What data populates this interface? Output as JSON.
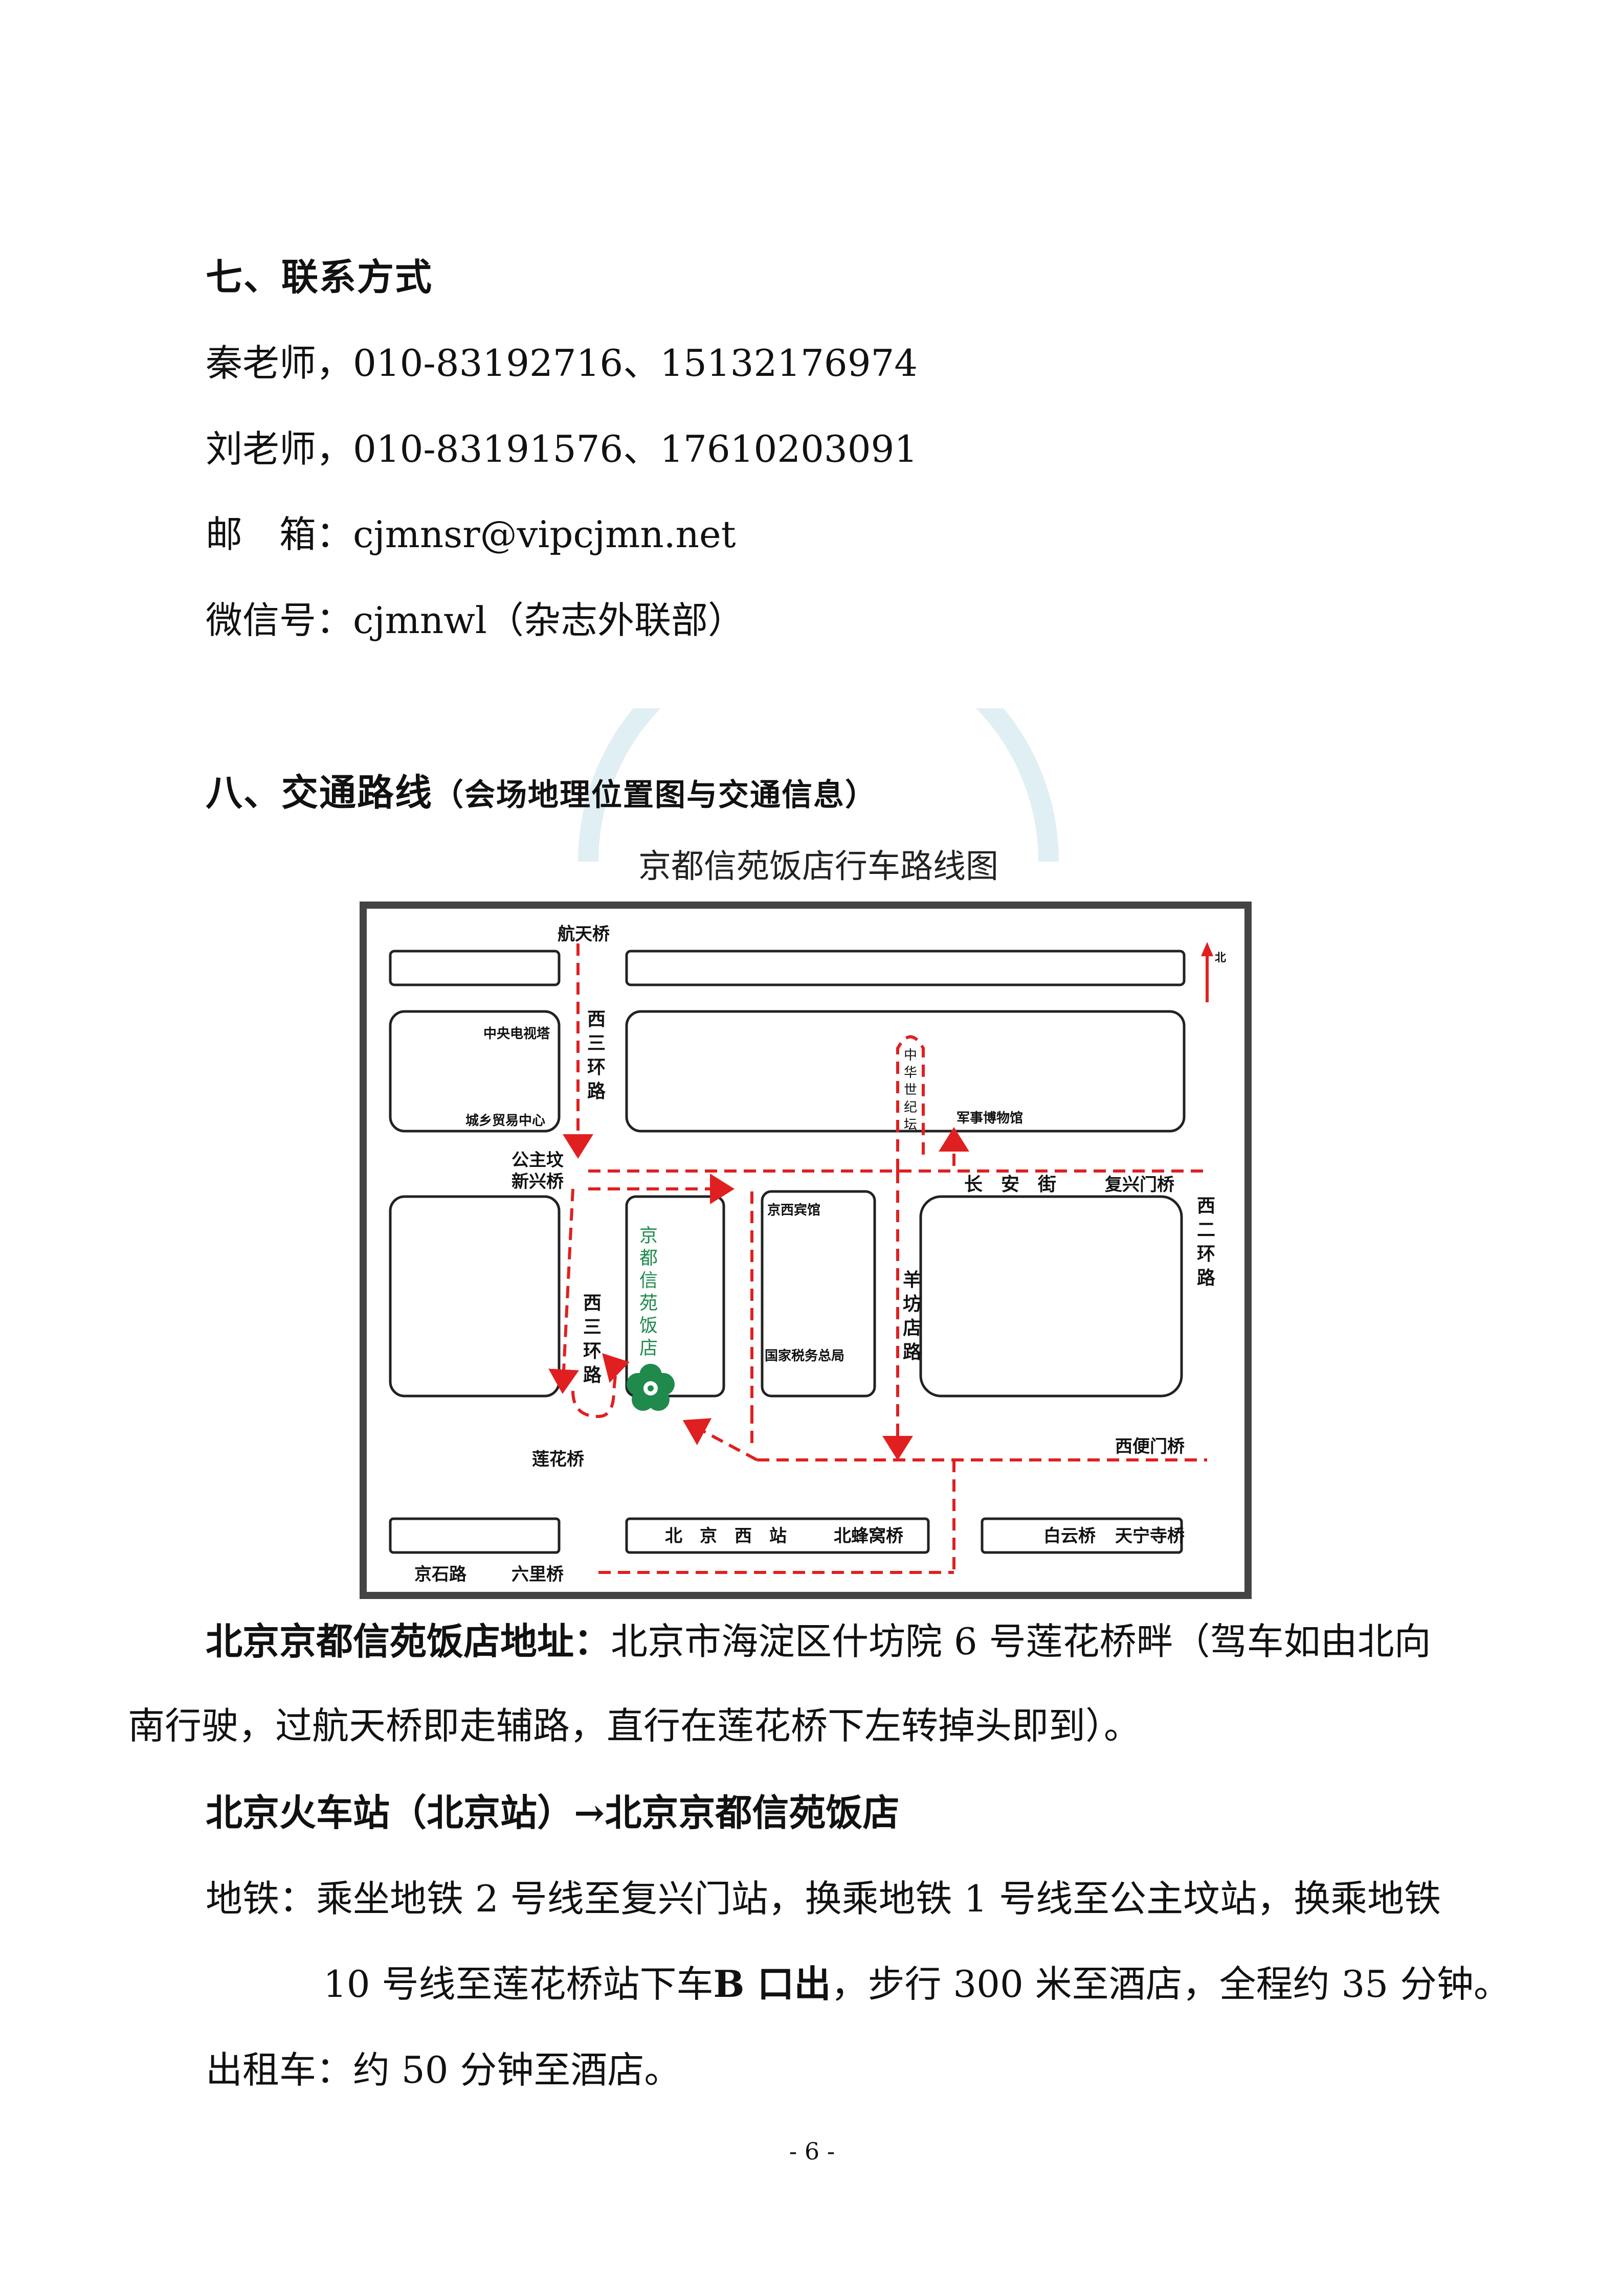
{
  "contact": {
    "heading": "七、联系方式",
    "lines": [
      "秦老师，010-83192716、15132176974",
      "刘老师，010-83191576、17610203091",
      "邮　箱：cjmnsr@vipcjmn.net",
      "微信号：cjmnwl（杂志外联部）"
    ]
  },
  "transport": {
    "heading": "八、交通路线",
    "subheading": "（会场地理位置图与交通信息）"
  },
  "map": {
    "title": "京都信苑饭店行车路线图",
    "labels": {
      "hangtian": "航天桥",
      "north": "北",
      "cctv": "中央电视塔",
      "trade": "城乡贸易中心",
      "xisanhuan_top": [
        "西",
        "三",
        "环",
        "路"
      ],
      "zhonghua": [
        "中",
        "华",
        "世",
        "纪",
        "坛"
      ],
      "military": "军事博物馆",
      "gongzhufen": "公主坟",
      "xinxing": "新兴桥",
      "changan": "长　安　街",
      "fuxingmen": "复兴门桥",
      "xierhuan": [
        "西",
        "二",
        "环",
        "路"
      ],
      "hotel": [
        "京",
        "都",
        "信",
        "苑",
        "饭",
        "店"
      ],
      "jingxi": "京西宾馆",
      "shuiwu": "国家税务总局",
      "yangfang": [
        "羊",
        "坊",
        "店",
        "路"
      ],
      "xisanhuan_bottom": [
        "西",
        "三",
        "环",
        "路"
      ],
      "lianhua": "莲花桥",
      "xibianmen": "西便门桥",
      "beijingxi": "北　京　西　站",
      "beifeng": "北蜂窝桥",
      "baiyun": "白云桥",
      "tianning": "天宁寺桥",
      "jingshi": "京石路",
      "liuli": "六里桥"
    },
    "route_color": "#e02020"
  },
  "address": {
    "label": "北京京都信苑饭店地址：",
    "text": "北京市海淀区什坊院 6 号莲花桥畔（驾车如由北向",
    "text2": "南行驶，过航天桥即走辅路，直行在莲花桥下左转掉头即到）。"
  },
  "station": {
    "heading": "北京火车站（北京站）→北京京都信苑饭店",
    "subway_line1": "地铁：乘坐地铁 2 号线至复兴门站，换乘地铁 1 号线至公主坟站，换乘地铁",
    "subway_line2a": "10 号线至莲花桥站下车",
    "subway_line2b": "B 口出",
    "subway_line2c": "，步行 300 米至酒店，全程约 35 分钟。",
    "taxi": "出租车：约 50 分钟至酒店。"
  },
  "page_number": "- 6 -"
}
